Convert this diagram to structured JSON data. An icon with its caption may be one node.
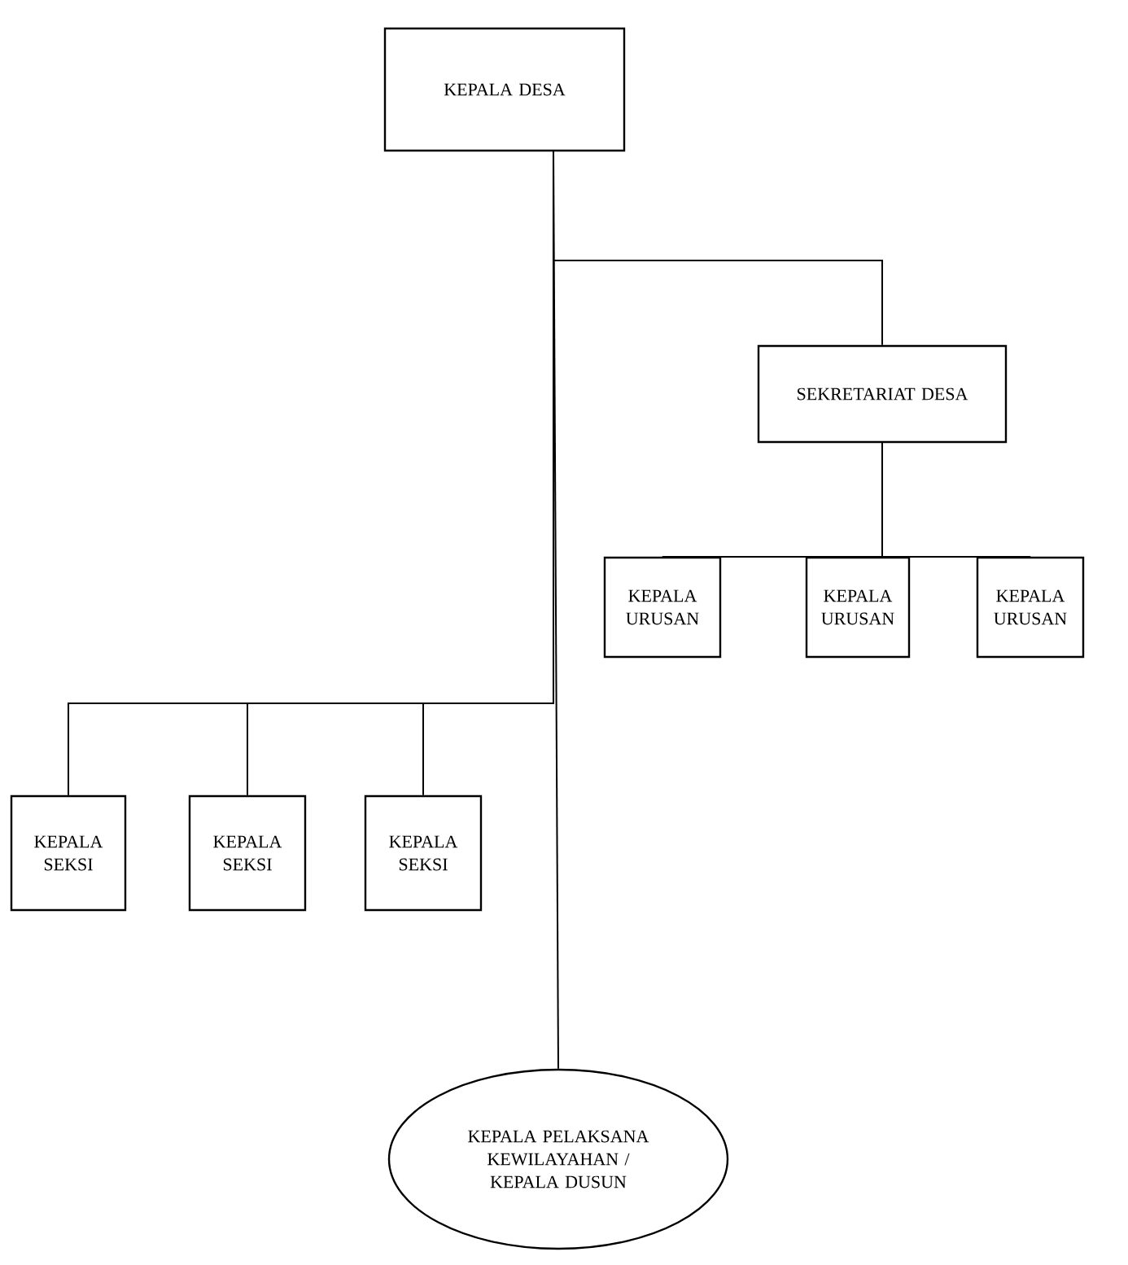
{
  "diagram": {
    "nodes": [
      {
        "text": [
          "KEPALA DESA"
        ]
      },
      {
        "text": [
          "SEKRETARIAT DESA"
        ]
      },
      {
        "text": [
          "KEPALA URUSAN"
        ]
      },
      {
        "text": [
          "KEPALA URUSAN"
        ]
      },
      {
        "text": [
          "KEPALA URUSAN"
        ]
      },
      {
        "text": [
          "KEPALA SEKSI"
        ]
      },
      {
        "text": [
          "KEPALA SEKSI"
        ]
      },
      {
        "text": [
          "KEPALA SEKSI"
        ]
      },
      {
        "text": [
          "KEPALA PELAKSANA KEWILAYAHAN / KEPALA DUSUN"
        ]
      }
    ],
    "edges": [
      {
        "from": 0,
        "to": 1,
        "arrow": "none"
      },
      {
        "from": 1,
        "to": 2,
        "arrow": "none"
      },
      {
        "from": 1,
        "to": 3,
        "arrow": "none"
      },
      {
        "from": 1,
        "to": 4,
        "arrow": "none"
      },
      {
        "from": 0,
        "to": 5,
        "arrow": "none"
      },
      {
        "from": 0,
        "to": 6,
        "arrow": "none"
      },
      {
        "from": 0,
        "to": 7,
        "arrow": "none"
      },
      {
        "from": 0,
        "to": 8,
        "arrow": "none"
      }
    ]
  }
}
